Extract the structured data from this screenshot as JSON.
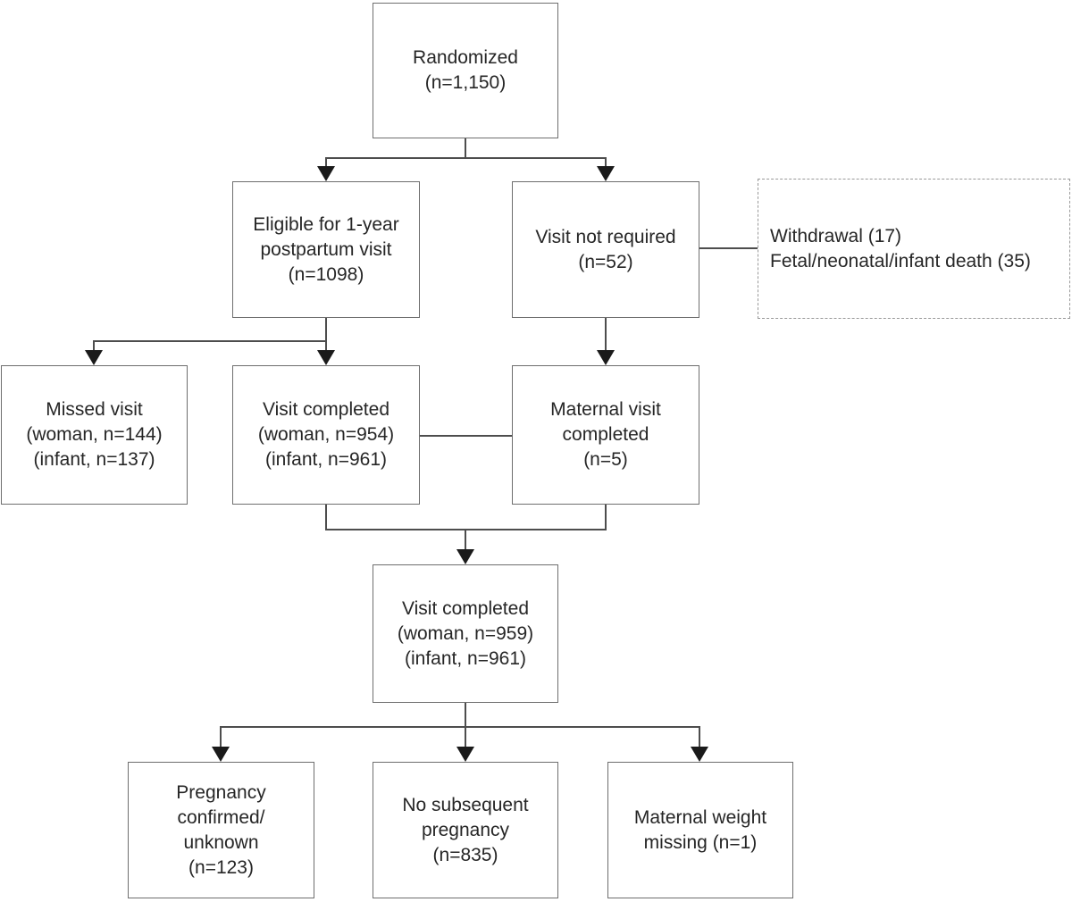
{
  "diagram": {
    "type": "flowchart",
    "nodes": {
      "randomized": {
        "lines": [
          "Randomized",
          "(n=1,150)"
        ]
      },
      "eligible": {
        "lines": [
          "Eligible for 1-year",
          "postpartum visit",
          "(n=1098)"
        ]
      },
      "visit_not_required": {
        "lines": [
          "Visit not required",
          "(n=52)"
        ]
      },
      "withdrawal": {
        "lines": [
          "Withdrawal (17)",
          "Fetal/neonatal/infant death (35)"
        ]
      },
      "missed_visit": {
        "lines": [
          "Missed visit",
          "(woman, n=144)",
          "(infant, n=137)"
        ]
      },
      "visit_completed_arm": {
        "lines": [
          "Visit completed",
          "(woman, n=954)",
          "(infant, n=961)"
        ]
      },
      "maternal_visit_completed": {
        "lines": [
          "Maternal visit",
          "completed",
          "(n=5)"
        ]
      },
      "visit_completed_total": {
        "lines": [
          "Visit completed",
          "(woman, n=959)",
          "(infant, n=961)"
        ]
      },
      "pregnancy_confirmed": {
        "lines": [
          "Pregnancy",
          "confirmed/",
          "unknown",
          "(n=123)"
        ]
      },
      "no_subsequent_pregnancy": {
        "lines": [
          "No subsequent",
          "pregnancy",
          "(n=835)"
        ]
      },
      "maternal_weight_missing": {
        "lines": [
          "Maternal weight",
          "missing (n=1)"
        ]
      }
    },
    "edges": [
      {
        "from": "randomized",
        "to": "eligible"
      },
      {
        "from": "randomized",
        "to": "visit_not_required"
      },
      {
        "from": "visit_not_required",
        "to": "withdrawal"
      },
      {
        "from": "eligible",
        "to": "missed_visit"
      },
      {
        "from": "eligible",
        "to": "visit_completed_arm"
      },
      {
        "from": "visit_not_required",
        "to": "maternal_visit_completed"
      },
      {
        "from": "visit_completed_arm",
        "to": "maternal_visit_completed"
      },
      {
        "from": "visit_completed_arm",
        "to": "visit_completed_total"
      },
      {
        "from": "maternal_visit_completed",
        "to": "visit_completed_total"
      },
      {
        "from": "visit_completed_total",
        "to": "pregnancy_confirmed"
      },
      {
        "from": "visit_completed_total",
        "to": "no_subsequent_pregnancy"
      },
      {
        "from": "visit_completed_total",
        "to": "maternal_weight_missing"
      }
    ],
    "colors": {
      "background": "#ffffff",
      "box_border": "#6e6e6e",
      "dashed_border": "#999999",
      "connector": "#4d4d4d",
      "arrow": "#1a1a1a",
      "text": "#262626"
    }
  }
}
